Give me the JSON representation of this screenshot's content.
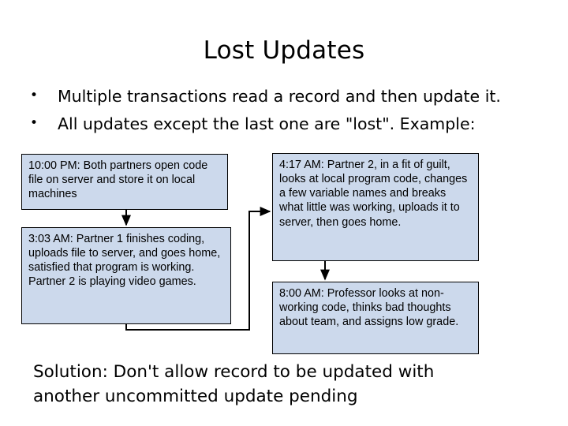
{
  "slide": {
    "title": "Lost Updates",
    "bullets": [
      {
        "marker": "•",
        "text": "Multiple transactions read a record and then update it."
      },
      {
        "marker": "•",
        "text": "All updates except the last one are \"lost\". Example:"
      }
    ],
    "boxes": [
      {
        "id": "box-1",
        "text": "10:00 PM:  Both partners open code file on server and store it on local machines"
      },
      {
        "id": "box-2",
        "text": "3:03 AM:  Partner 1 finishes coding, uploads file to server, and goes home, satisfied that program is working.  Partner 2 is playing video games."
      },
      {
        "id": "box-3",
        "text": "4:17 AM:  Partner 2, in a fit of guilt, looks at local program code, changes a few variable names and breaks what little was working, uploads it to server, then goes home."
      },
      {
        "id": "box-4",
        "text": "8:00 AM:  Professor looks at non-working code, thinks bad thoughts about team,  and assigns low grade."
      }
    ],
    "solution": {
      "line1": "Solution: Don't allow record to be updated with",
      "line2": "another uncommitted update pending"
    },
    "colors": {
      "box_fill": "#ccd9ec",
      "box_border": "#000000",
      "text": "#000000",
      "background": "#ffffff",
      "connector": "#000000"
    }
  }
}
